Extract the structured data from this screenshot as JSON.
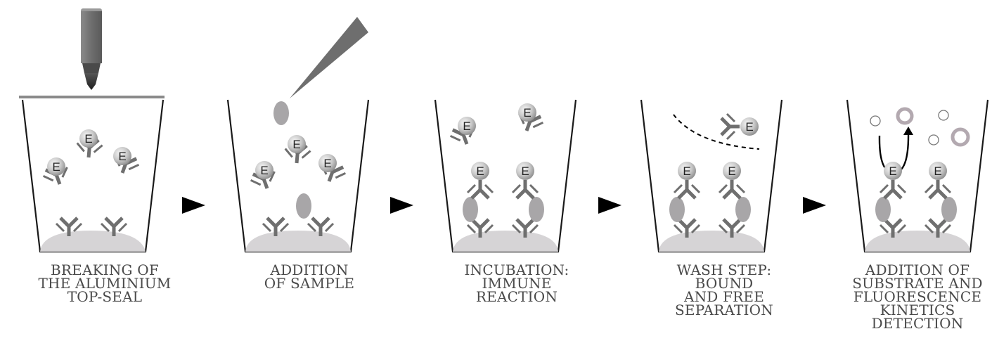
{
  "steps": [
    {
      "caption": "BREAKING OF\nTHE ALUMINIUM\nTOP-SEAL"
    },
    {
      "caption": "ADDITION\nOF SAMPLE"
    },
    {
      "caption": "INCUBATION:\nIMMUNE\nREACTION"
    },
    {
      "caption": "WASH STEP:\nBOUND\nAND FREE\nSEPARATION"
    },
    {
      "caption": "ADDITION OF\nSUBSTRATE AND\nFLUORESCENCE\nKINETICS\nDETECTION"
    }
  ],
  "enzyme_label": "E",
  "colors": {
    "outline": "#1a1a1a",
    "antibody": "#6f6f6f",
    "antigen": "#a8a6a8",
    "well_bottom": "#d6d4d6",
    "enzyme_light": "#f4f4f4",
    "enzyme_dark": "#8a8a8a",
    "pen": "#7a7a7a",
    "caption": "#4a4a4a",
    "ring": "#b3a9b0"
  }
}
